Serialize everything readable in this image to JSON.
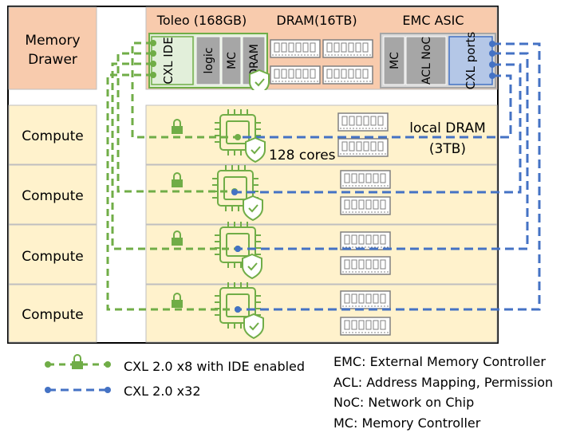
{
  "memory_drawer": {
    "label_line1": "Memory",
    "label_line2": "Drawer",
    "toleo_title": "Toleo (168GB)",
    "dram_title": "DRAM(16TB)",
    "emc_title": "EMC ASIC",
    "toleo_blocks": [
      "CXL IDE",
      "logic",
      "MC",
      "DRAM"
    ],
    "emc_blocks": [
      "MC",
      "ACL NoC",
      "CXL ports"
    ]
  },
  "compute_nodes": [
    {
      "label": "Compute",
      "cores_label": "128 cores",
      "dram_label_line1": "local DRAM",
      "dram_label_line2": "(3TB)"
    },
    {
      "label": "Compute"
    },
    {
      "label": "Compute"
    },
    {
      "label": "Compute"
    }
  ],
  "legend": {
    "green": "CXL 2.0 x8 with IDE enabled",
    "blue": "CXL 2.0 x32"
  },
  "glossary": [
    "EMC: External Memory Controller",
    "ACL: Address Mapping, Permission",
    "NoC: Network on Chip",
    "MC: Memory Controller"
  ],
  "colors": {
    "drawer_bg": "#f8cbad",
    "compute_bg": "#fff2cc",
    "toleo_green": "#70ad47",
    "toleo_fill": "#e2efda",
    "block_gray": "#a6a6a6",
    "emc_bg": "#d9d9d9",
    "ports_blue": "#b4c7e7",
    "link_blue": "#4472c4"
  }
}
